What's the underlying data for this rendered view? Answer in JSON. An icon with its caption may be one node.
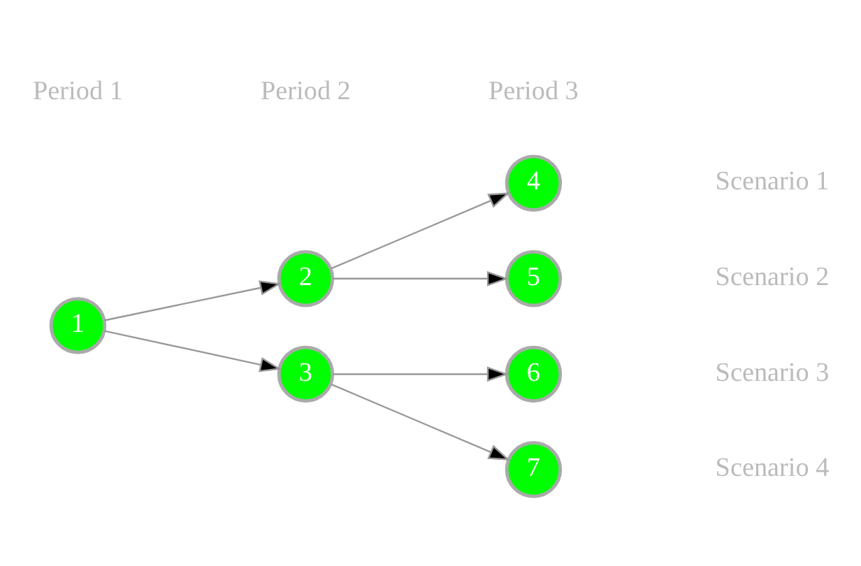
{
  "diagram": {
    "nodes": [
      {
        "text": [
          "1"
        ]
      },
      {
        "text": [
          "2"
        ]
      },
      {
        "text": [
          "3"
        ]
      },
      {
        "text": [
          "4"
        ]
      },
      {
        "text": [
          "5"
        ]
      },
      {
        "text": [
          "6"
        ]
      },
      {
        "text": [
          "7"
        ]
      }
    ],
    "edges": [
      {
        "from": 0,
        "to": 1,
        "arrow": "to"
      },
      {
        "from": 0,
        "to": 2,
        "arrow": "to"
      },
      {
        "from": 1,
        "to": 3,
        "arrow": "to"
      },
      {
        "from": 1,
        "to": 4,
        "arrow": "to"
      },
      {
        "from": 2,
        "to": 5,
        "arrow": "to"
      },
      {
        "from": 2,
        "to": 6,
        "arrow": "to"
      }
    ],
    "labels": [
      "Scenario 1",
      "Scenario 2",
      "Scenario 3",
      "Scenario 4",
      "Period 1",
      "Period 2",
      "Period 3"
    ]
  }
}
